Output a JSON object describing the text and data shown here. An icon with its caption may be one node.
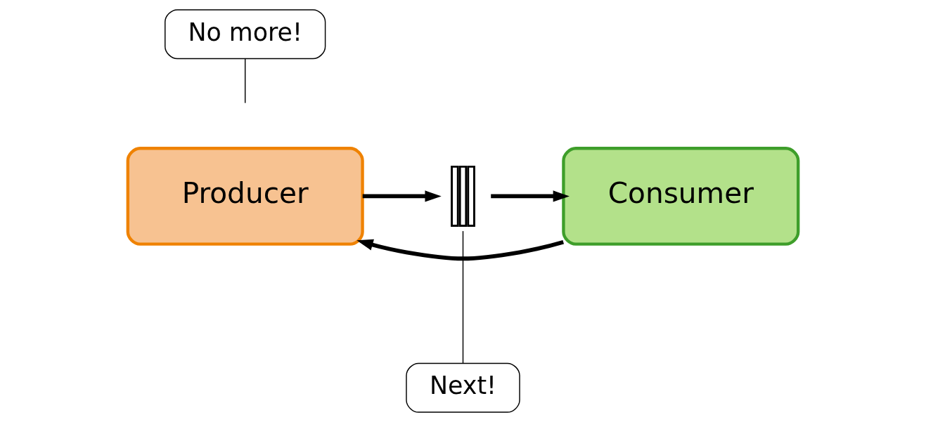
{
  "diagram": {
    "nodes": [
      {
        "text": [
          "Producer"
        ]
      },
      {
        "text": [],
        "shape": "box"
      },
      {
        "text": [
          "Consumer"
        ]
      },
      {
        "text": [
          "Next!"
        ]
      },
      {
        "text": [
          "No more!"
        ]
      }
    ],
    "edges": [
      {
        "from": 0,
        "to": 1,
        "arrow": "to"
      },
      {
        "from": 1,
        "to": 2,
        "arrow": "to"
      },
      {
        "from": 2,
        "to": 0,
        "arrow": "to"
      },
      {
        "from": 3,
        "to": 1,
        "arrow": "none"
      },
      {
        "from": 4,
        "to": null,
        "arrow": "none"
      }
    ]
  }
}
